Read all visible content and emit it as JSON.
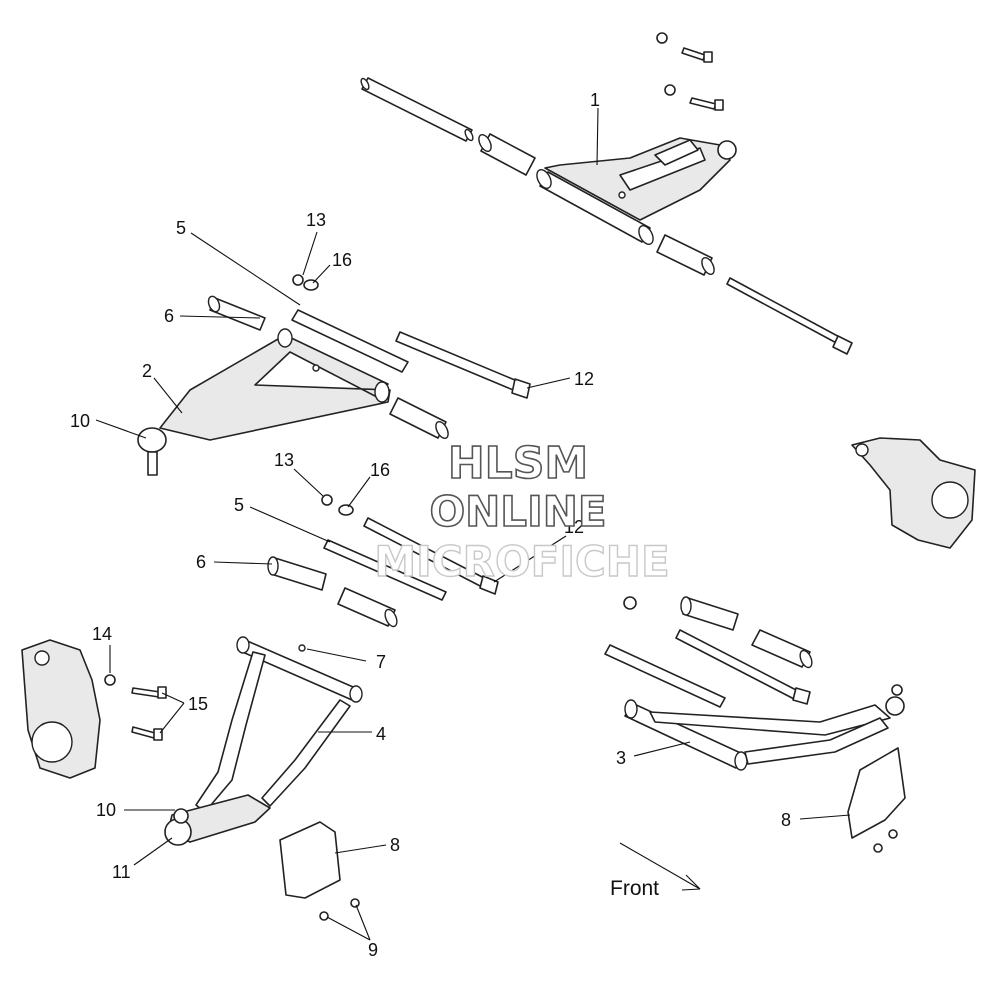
{
  "watermark": {
    "line1": "HLSM",
    "line2": "ONLINE",
    "line3": "MICROFICHE"
  },
  "direction_label": "Front",
  "callouts": {
    "c1": "1",
    "c2": "2",
    "c3": "3",
    "c4": "4",
    "c5a": "5",
    "c5b": "5",
    "c6a": "6",
    "c6b": "6",
    "c7": "7",
    "c8a": "8",
    "c8b": "8",
    "c9": "9",
    "c10a": "10",
    "c10b": "10",
    "c11": "11",
    "c12a": "12",
    "c12b": "12",
    "c13a": "13",
    "c13b": "13",
    "c14": "14",
    "c15": "15",
    "c16a": "16",
    "c16b": "16"
  }
}
